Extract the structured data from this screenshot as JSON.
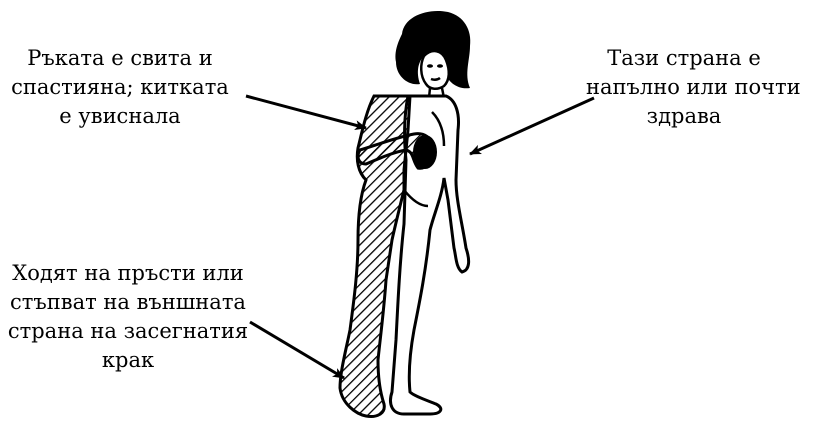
{
  "annotations": {
    "arm": {
      "lines": [
        "Ръката е свита и",
        "спастияна; китката",
        "е увиснала"
      ]
    },
    "healthy_side": {
      "lines": [
        "Тази страна е",
        "напълно или почти",
        "здрава"
      ]
    },
    "foot": {
      "lines": [
        "Ходят на пръсти или",
        "стъпват на външната",
        "страна на засегнатия",
        "крак"
      ]
    }
  }
}
